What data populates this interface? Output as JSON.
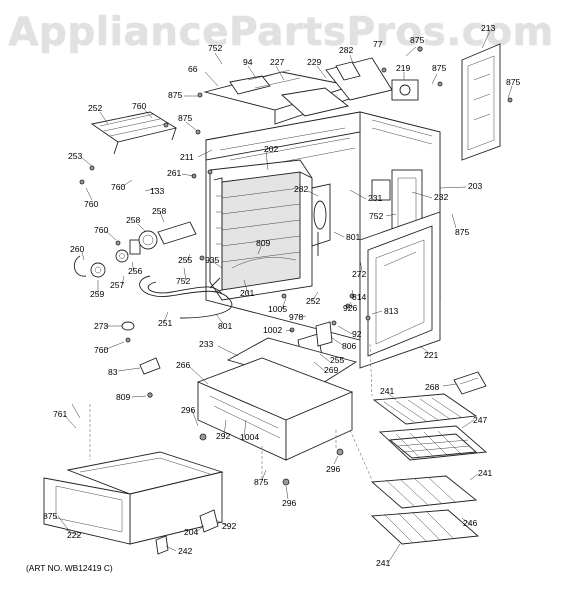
{
  "watermark": "AppliancePartsPros.com",
  "art_number": "(ART NO. WB12419 C)",
  "labels": [
    {
      "id": "l752a",
      "text": "752"
    },
    {
      "id": "l282a",
      "text": "282"
    },
    {
      "id": "l77",
      "text": "77"
    },
    {
      "id": "l875a",
      "text": "875"
    },
    {
      "id": "l213",
      "text": "213"
    },
    {
      "id": "l66",
      "text": "66"
    },
    {
      "id": "l94",
      "text": "94"
    },
    {
      "id": "l227",
      "text": "227"
    },
    {
      "id": "l229",
      "text": "229"
    },
    {
      "id": "l219",
      "text": "219"
    },
    {
      "id": "l875b",
      "text": "875"
    },
    {
      "id": "l875c",
      "text": "875"
    },
    {
      "id": "l875d",
      "text": "875"
    },
    {
      "id": "l252a",
      "text": "252"
    },
    {
      "id": "l760a",
      "text": "760"
    },
    {
      "id": "l875e",
      "text": "875"
    },
    {
      "id": "l211",
      "text": "211"
    },
    {
      "id": "l202",
      "text": "202"
    },
    {
      "id": "l253",
      "text": "253"
    },
    {
      "id": "l261",
      "text": "261"
    },
    {
      "id": "l760b",
      "text": "760"
    },
    {
      "id": "l133",
      "text": "133"
    },
    {
      "id": "l760c",
      "text": "760"
    },
    {
      "id": "l231",
      "text": "231"
    },
    {
      "id": "l203",
      "text": "203"
    },
    {
      "id": "l282b",
      "text": "282"
    },
    {
      "id": "l232",
      "text": "232"
    },
    {
      "id": "l258a",
      "text": "258"
    },
    {
      "id": "l258b",
      "text": "258"
    },
    {
      "id": "l760d",
      "text": "760"
    },
    {
      "id": "l752b",
      "text": "752"
    },
    {
      "id": "l875f",
      "text": "875"
    },
    {
      "id": "l801a",
      "text": "801"
    },
    {
      "id": "l809a",
      "text": "809"
    },
    {
      "id": "l260",
      "text": "260"
    },
    {
      "id": "l256",
      "text": "256"
    },
    {
      "id": "l255a",
      "text": "255"
    },
    {
      "id": "l272",
      "text": "272"
    },
    {
      "id": "l935",
      "text": "935"
    },
    {
      "id": "l752c",
      "text": "752"
    },
    {
      "id": "l257",
      "text": "257"
    },
    {
      "id": "l259",
      "text": "259"
    },
    {
      "id": "l201",
      "text": "201"
    },
    {
      "id": "l1005",
      "text": "1005"
    },
    {
      "id": "l252b",
      "text": "252"
    },
    {
      "id": "l814",
      "text": "814"
    },
    {
      "id": "l926",
      "text": "926"
    },
    {
      "id": "l813",
      "text": "813"
    },
    {
      "id": "l978",
      "text": "978"
    },
    {
      "id": "l92",
      "text": "92"
    },
    {
      "id": "l251",
      "text": "251"
    },
    {
      "id": "l801b",
      "text": "801"
    },
    {
      "id": "l273",
      "text": "273"
    },
    {
      "id": "l1002",
      "text": "1002"
    },
    {
      "id": "l806",
      "text": "806"
    },
    {
      "id": "l760e",
      "text": "760"
    },
    {
      "id": "l233",
      "text": "233"
    },
    {
      "id": "l255b",
      "text": "255"
    },
    {
      "id": "l221",
      "text": "221"
    },
    {
      "id": "l83",
      "text": "83"
    },
    {
      "id": "l266",
      "text": "266"
    },
    {
      "id": "l269",
      "text": "269"
    },
    {
      "id": "l809b",
      "text": "809"
    },
    {
      "id": "l268",
      "text": "268"
    },
    {
      "id": "l241a",
      "text": "241"
    },
    {
      "id": "l761",
      "text": "761"
    },
    {
      "id": "l296a",
      "text": "296"
    },
    {
      "id": "l292a",
      "text": "292"
    },
    {
      "id": "l1004",
      "text": "1004"
    },
    {
      "id": "l247",
      "text": "247"
    },
    {
      "id": "l296b",
      "text": "296"
    },
    {
      "id": "l875g",
      "text": "875"
    },
    {
      "id": "l241b",
      "text": "241"
    },
    {
      "id": "l296c",
      "text": "296"
    },
    {
      "id": "l875h",
      "text": "875"
    },
    {
      "id": "l222",
      "text": "222"
    },
    {
      "id": "l204",
      "text": "204"
    },
    {
      "id": "l292b",
      "text": "292"
    },
    {
      "id": "l246",
      "text": "246"
    },
    {
      "id": "l242",
      "text": "242"
    },
    {
      "id": "l241c",
      "text": "241"
    }
  ]
}
